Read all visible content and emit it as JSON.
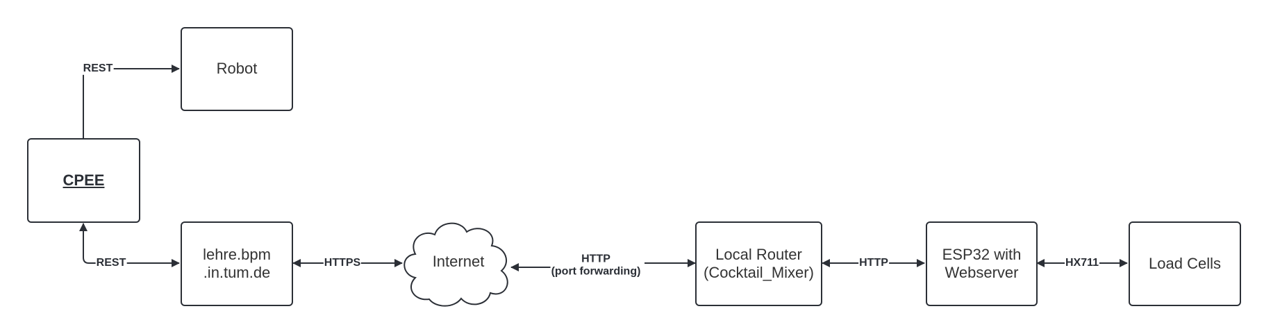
{
  "nodes": {
    "robot": "Robot",
    "cpee": "CPEE",
    "lehre": [
      "lehre.bpm",
      ".in.tum.de"
    ],
    "internet": "Internet",
    "router": [
      "Local Router",
      "(Cocktail_Mixer)"
    ],
    "esp32": [
      "ESP32 with",
      "Webserver"
    ],
    "loadcells": "Load Cells"
  },
  "edges": {
    "cpee_robot": "REST",
    "lehre_cpee": "REST",
    "lehre_internet": "HTTPS",
    "router_internet": [
      "HTTP",
      "(port forwarding)"
    ],
    "router_esp32": "HTTP",
    "esp32_loadcells": "HX711"
  },
  "colors": {
    "stroke": "#2b2f36",
    "text": "#333333"
  }
}
